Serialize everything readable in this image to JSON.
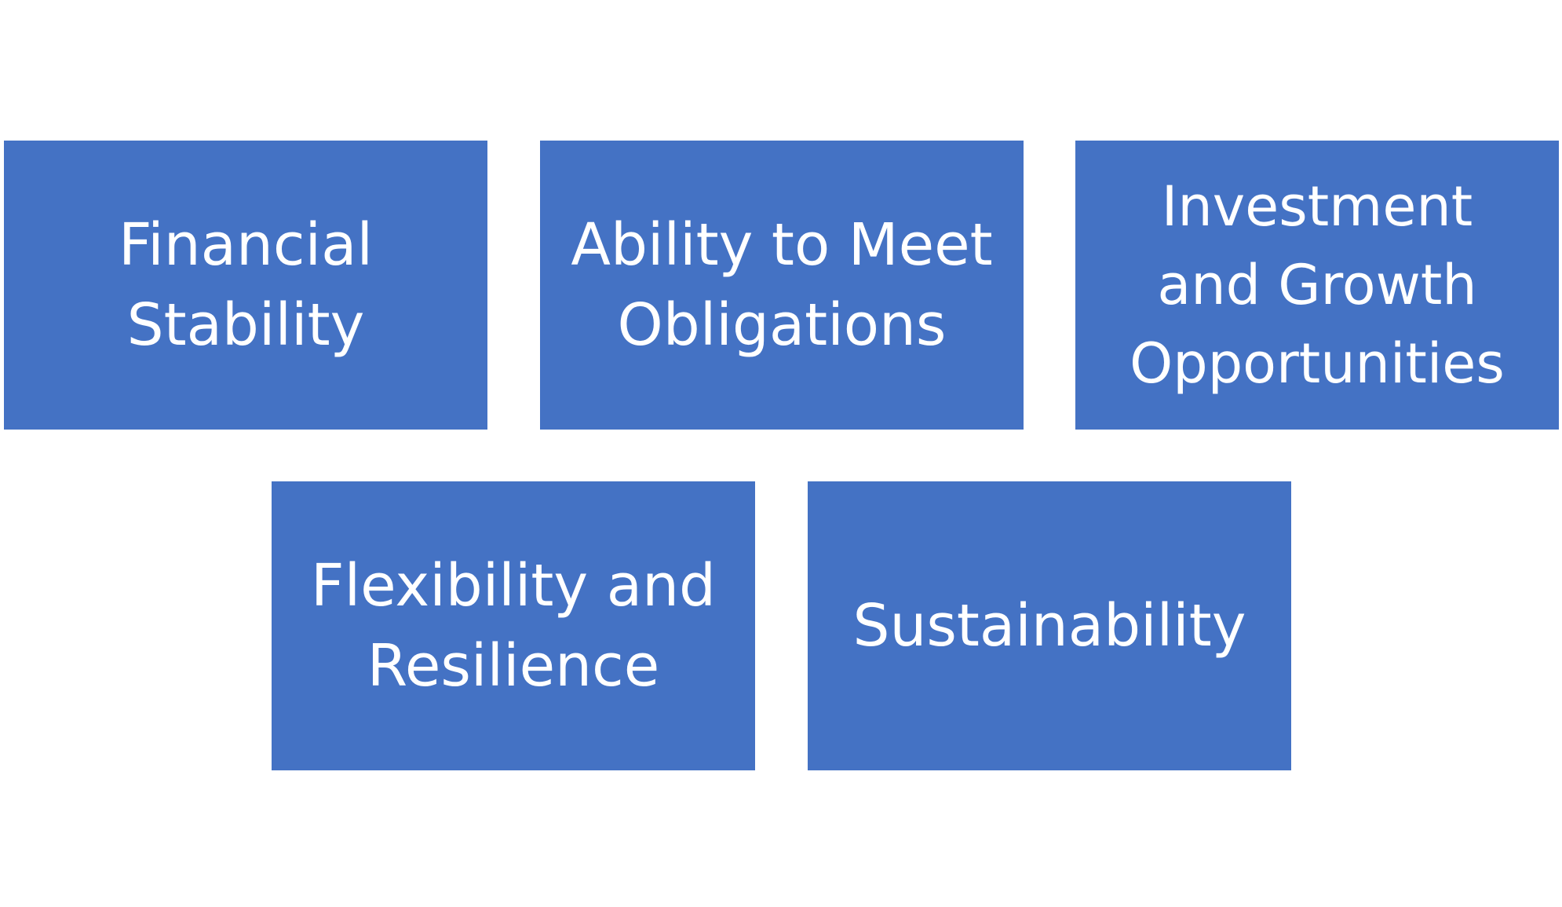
{
  "colors": {
    "box_fill": "#4472C4",
    "text": "#FFFFFF",
    "background": "#FFFFFF"
  },
  "boxes": [
    {
      "label": "Financial\nStability"
    },
    {
      "label": "Ability to Meet\nObligations"
    },
    {
      "label": "Investment\nand Growth\nOpportunities"
    },
    {
      "label": "Flexibility and\nResilience"
    },
    {
      "label": "Sustainability"
    }
  ]
}
